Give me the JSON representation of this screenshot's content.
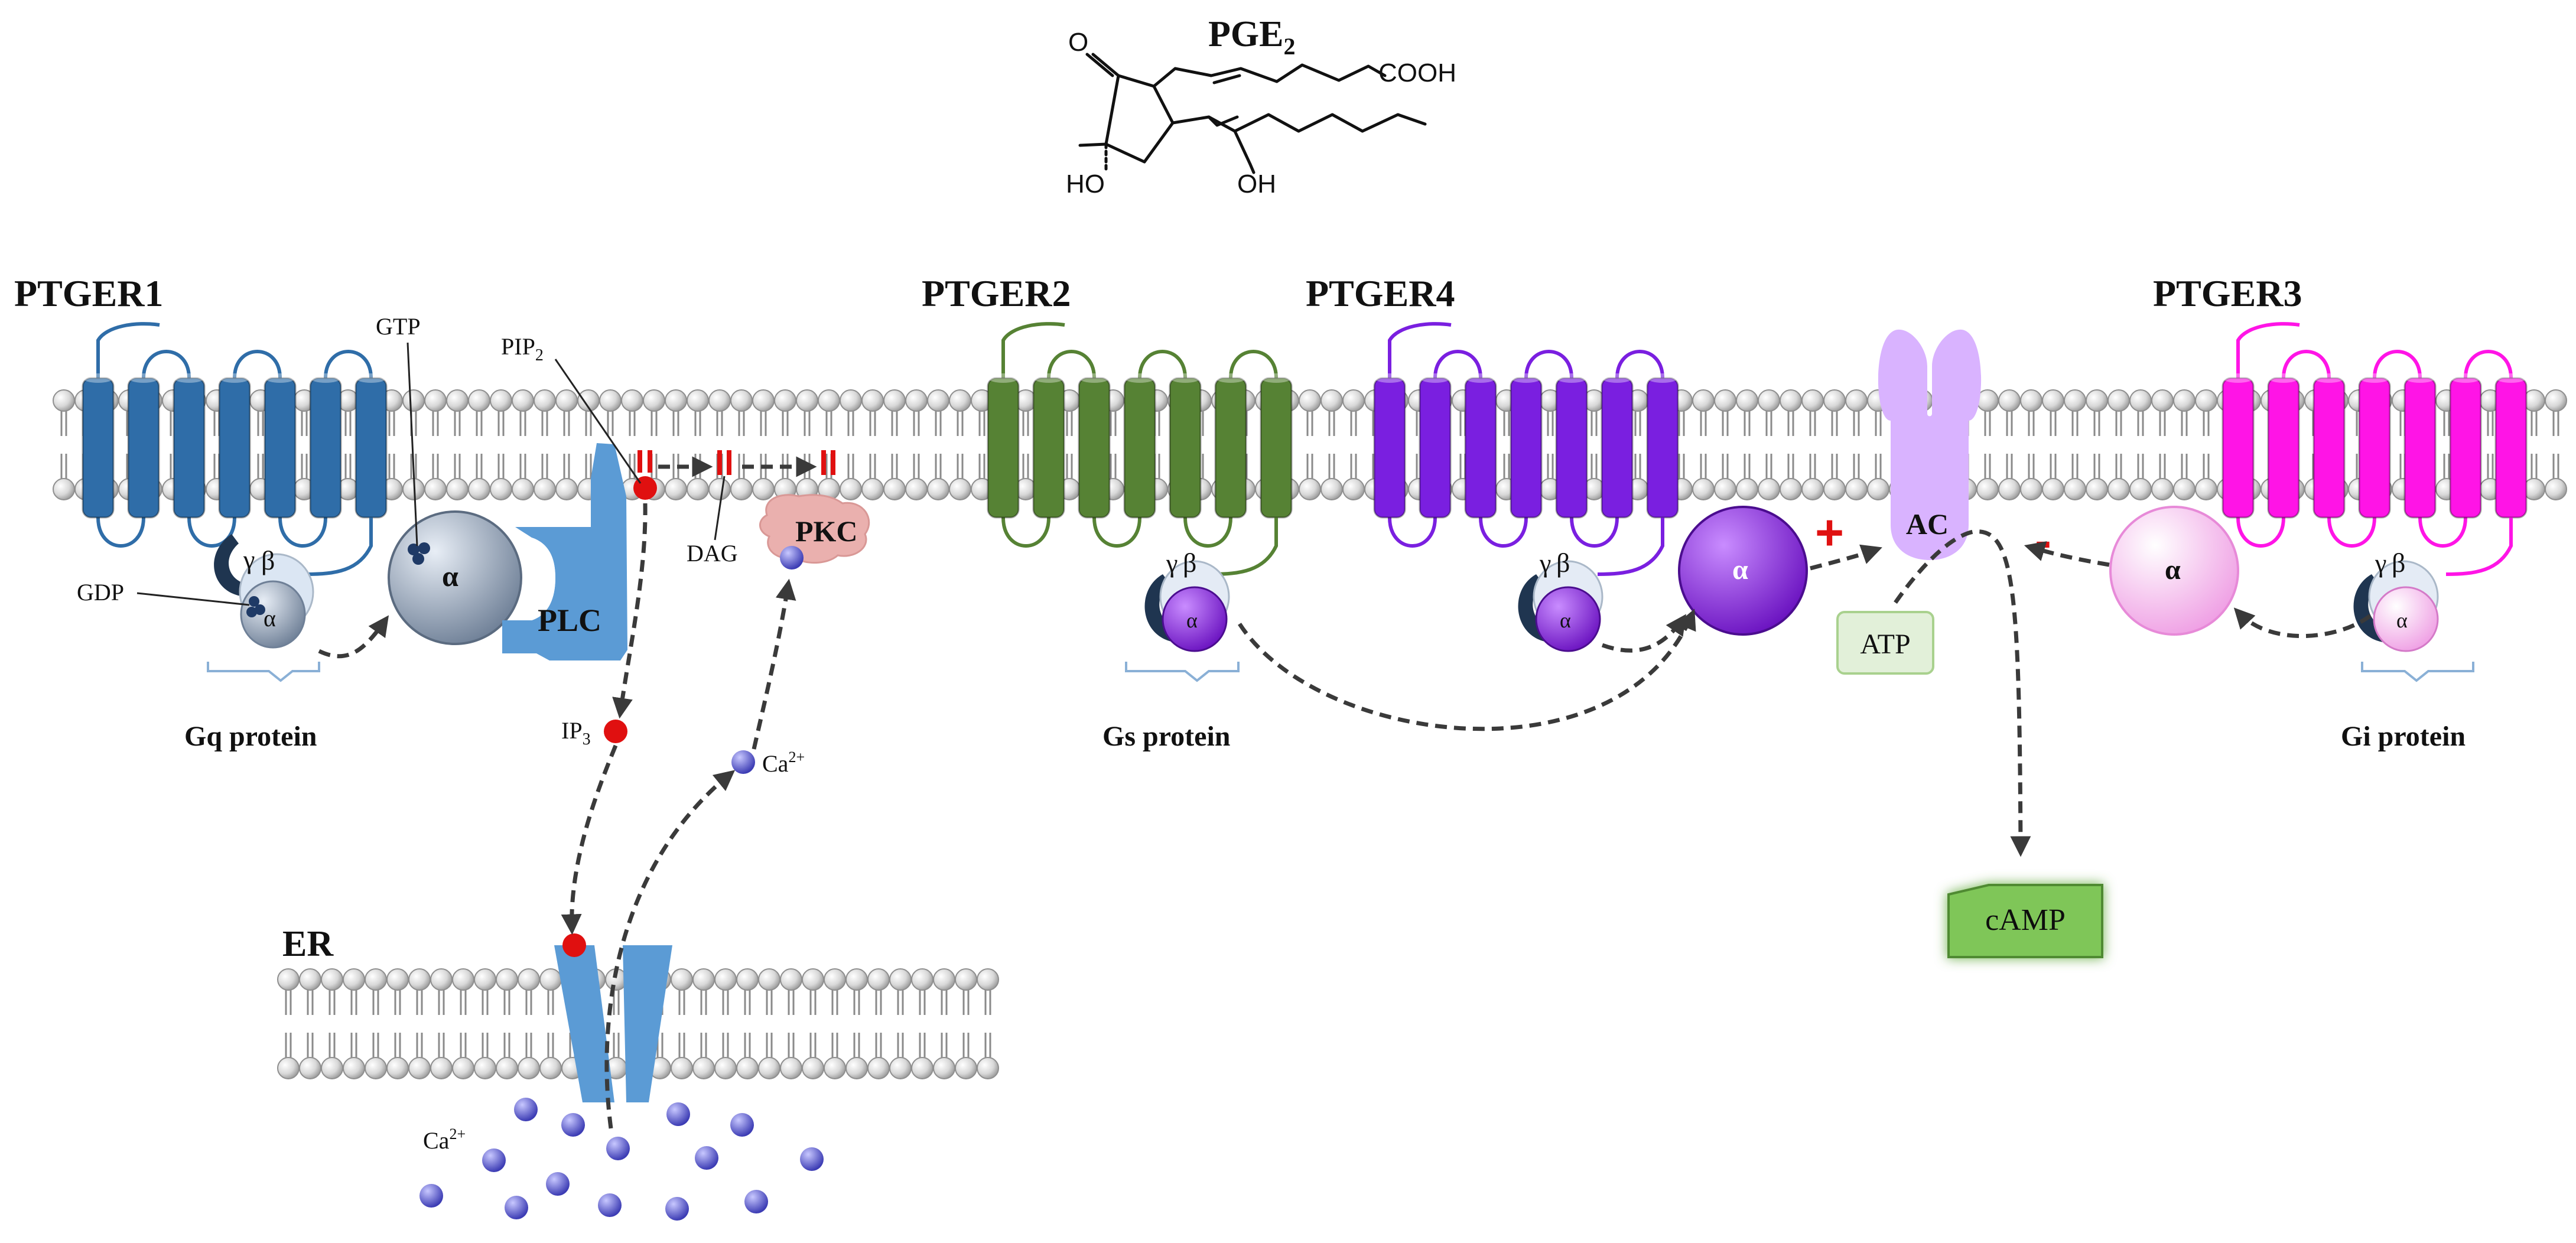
{
  "molecule": {
    "name": "PGE",
    "name_sub": "2",
    "oxo": "O",
    "acid": "COOH",
    "ho_ring": "HO",
    "ho_chain": "OH"
  },
  "receptors": [
    {
      "label": "PTGER1",
      "color": "#2f6da8"
    },
    {
      "label": "PTGER2",
      "color": "#568234"
    },
    {
      "label": "PTGER4",
      "color": "#7a1fe0"
    },
    {
      "label": "PTGER3",
      "color": "#ff14e6"
    }
  ],
  "subunits": {
    "alpha": "α",
    "beta": "β",
    "gamma": "γ"
  },
  "proteins": {
    "gq": "Gq protein",
    "gs": "Gs protein",
    "gi": "Gi protein",
    "plc": "PLC",
    "pkc": "PKC",
    "ac": "AC"
  },
  "molecules": {
    "gtp": "GTP",
    "gdp": "GDP",
    "pip": "PIP",
    "pip_sub": "2",
    "dag": "DAG",
    "ip": "IP",
    "ip_sub": "3",
    "ca": "Ca",
    "ca_sup": "2+",
    "atp": "ATP",
    "camp": "cAMP"
  },
  "compartments": {
    "er": "ER"
  },
  "effects": {
    "stimulate": "+",
    "inhibit": "-"
  },
  "colors": {
    "gq_alpha": "#8a9bb3",
    "gs_alpha": "#8a1ee6",
    "gi_alpha": "#f6c8f0",
    "plc": "#5b9bd5",
    "pkc": "#eab0ae",
    "ac": "#d9b3ff",
    "calcium": "#5050c8",
    "signal_red": "#e01010",
    "atp_fill": "#e2f0d9",
    "camp_fill": "#7fc659"
  }
}
